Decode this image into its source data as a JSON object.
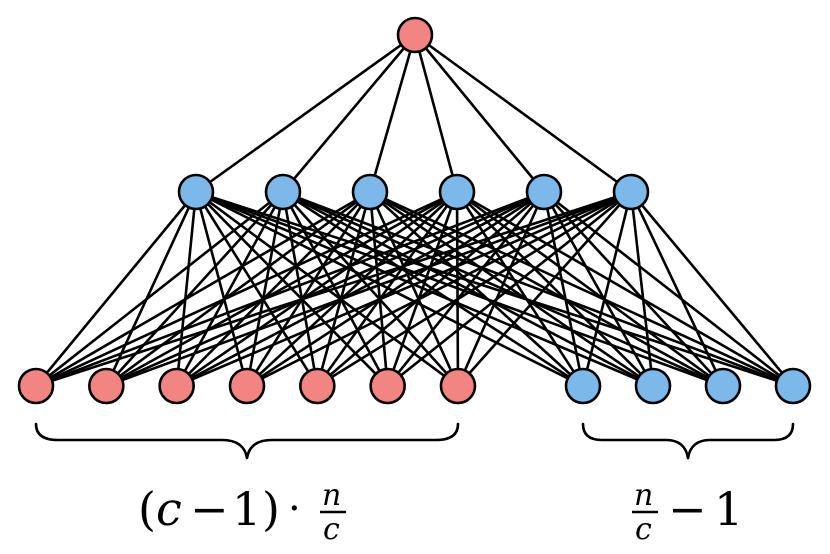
{
  "colors": {
    "red_node": "#f28482",
    "blue_node": "#7cb8ea",
    "edge": "#000000",
    "outline": "#000000"
  },
  "graph": {
    "top_node": {
      "color": "red"
    },
    "middle_layer": {
      "count": 6,
      "color": "blue"
    },
    "bottom_layer": [
      {
        "count": 7,
        "color": "red"
      },
      {
        "count": 4,
        "color": "blue"
      }
    ],
    "connectivity": "top node connects to all middle nodes; every middle node connects to every bottom node"
  },
  "labels": {
    "left_group": {
      "paren_open": "(",
      "c": "c",
      "minus": "−",
      "one": "1",
      "paren_close": ")",
      "dot": "·",
      "frac_num": "n",
      "frac_den": "c"
    },
    "right_group": {
      "frac_num": "n",
      "frac_den": "c",
      "minus": "−",
      "one": "1"
    }
  }
}
